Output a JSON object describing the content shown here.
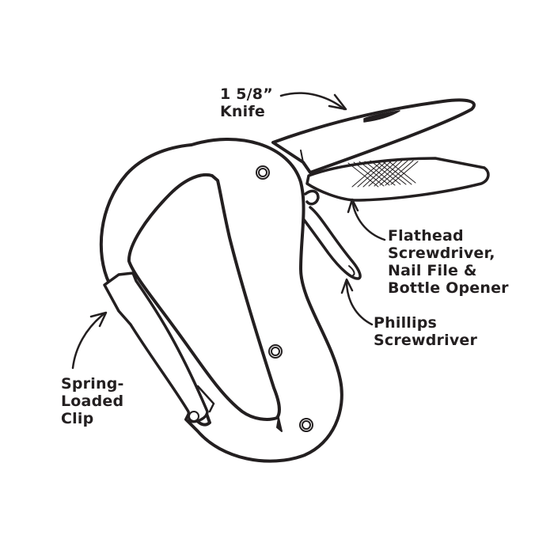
{
  "diagram": {
    "subject": "Carabiner multi-tool",
    "line_color": "#231f20",
    "background": "#ffffff",
    "labels": {
      "knife": {
        "lines": [
          "1 5/8”",
          "Knife"
        ]
      },
      "flathead": {
        "lines": [
          "Flathead",
          "Screwdriver,",
          "Nail File &",
          "Bottle Opener"
        ]
      },
      "phillips": {
        "lines": [
          "Phillips",
          "Screwdriver"
        ]
      },
      "clip": {
        "lines": [
          "Spring-",
          "Loaded",
          "Clip"
        ]
      }
    }
  }
}
